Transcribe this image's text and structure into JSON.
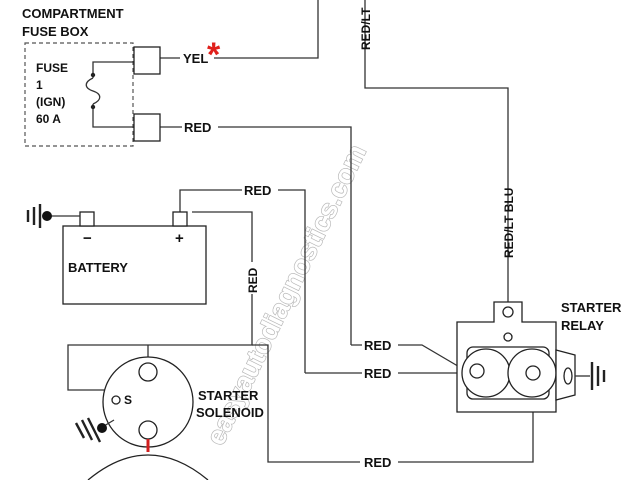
{
  "fuse_box": {
    "title_line1": "COMPARTMENT",
    "title_line2": "FUSE BOX",
    "fuse_line1": "FUSE",
    "fuse_line2": "1",
    "fuse_line3": "(IGN)",
    "fuse_line4": "60 A"
  },
  "wires": {
    "yel": "YEL",
    "red_fuse": "RED",
    "red_top_lt": "RED/LT",
    "red_lt_blu": "RED/LT BLU",
    "red_battery": "RED",
    "red_vertical": "RED",
    "red_relay_1": "RED",
    "red_relay_2": "RED",
    "red_bottom": "RED"
  },
  "battery": {
    "label": "BATTERY",
    "neg": "−",
    "pos": "+"
  },
  "relay": {
    "line1": "STARTER",
    "line2": "RELAY"
  },
  "solenoid": {
    "line1": "STARTER",
    "line2": "SOLENOID",
    "s_terminal": "S"
  },
  "marker": {
    "asterisk": "*"
  },
  "watermark": "easyautodiagnostics.com",
  "colors": {
    "marker": "#e0201b",
    "solenoid_lead": "#d21f1f",
    "wire": "#333333"
  }
}
